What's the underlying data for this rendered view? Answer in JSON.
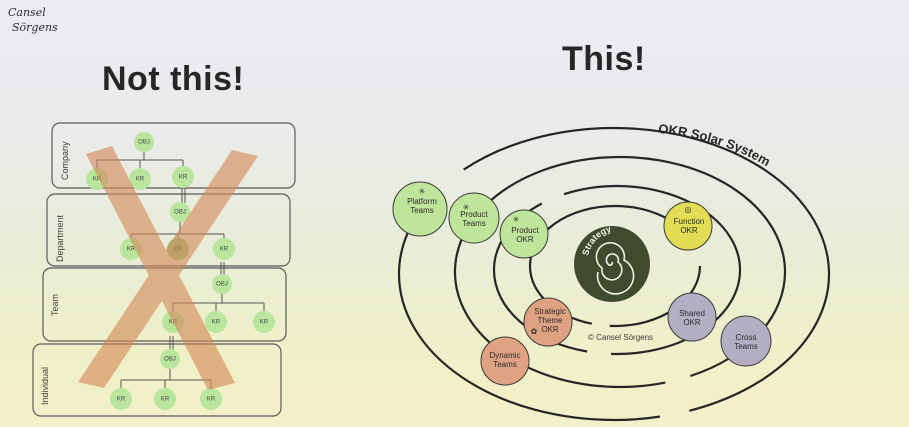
{
  "logo": {
    "line1": "Cansel",
    "line2": "Sörgens"
  },
  "left": {
    "title": "Not this!",
    "levels": [
      {
        "label": "Company"
      },
      {
        "label": "Department"
      },
      {
        "label": "Team"
      },
      {
        "label": "Individual"
      }
    ],
    "obj_label": "OBJ",
    "kr_label": "KR"
  },
  "right": {
    "title": "This!",
    "system_label": "OKR Solar System",
    "sun_label": "Strategy",
    "copyright": "© Cansel Sörgens",
    "planets": [
      {
        "id": "platform-teams",
        "lines": [
          "Platform",
          "Teams"
        ],
        "color": "#bfe59a"
      },
      {
        "id": "product-teams",
        "lines": [
          "Product",
          "Teams"
        ],
        "color": "#bfe59a"
      },
      {
        "id": "product-okr",
        "lines": [
          "Product",
          "OKR"
        ],
        "color": "#bfe59a"
      },
      {
        "id": "function-okr",
        "lines": [
          "Function",
          "OKR"
        ],
        "color": "#e2dd55"
      },
      {
        "id": "shared-okr",
        "lines": [
          "Shared",
          "OKR"
        ],
        "color": "#b3aec2"
      },
      {
        "id": "cross-teams",
        "lines": [
          "Cross",
          "Teams"
        ],
        "color": "#b3aec2"
      },
      {
        "id": "strategic-theme-okr",
        "lines": [
          "Strategic",
          "Theme",
          "OKR"
        ],
        "color": "#dfa383"
      },
      {
        "id": "dynamic-teams",
        "lines": [
          "Dynamic",
          "Teams"
        ],
        "color": "#dfa383"
      }
    ]
  },
  "colors": {
    "node_green": "#b9e59d",
    "node_green_dark": "#9bc27f",
    "cross_orange": "#d48a5a",
    "sun": "#3f4a2f"
  }
}
